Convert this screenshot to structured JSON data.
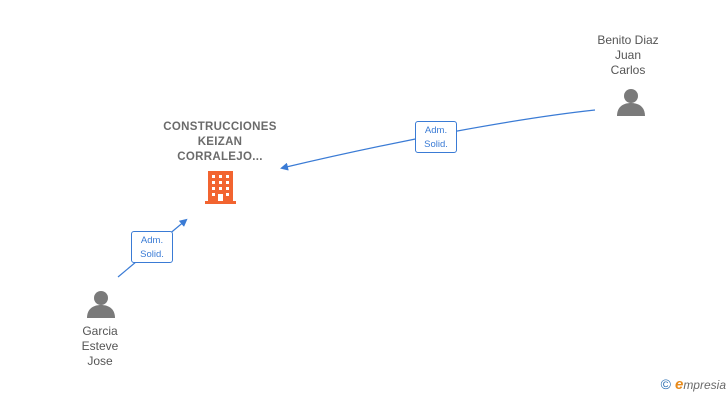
{
  "company": {
    "name_lines": [
      "CONSTRUCCIONES",
      "KEIZAN",
      "CORRALEJO..."
    ],
    "icon": "building-icon",
    "color": "#f26430"
  },
  "persons": [
    {
      "name_lines": [
        "Benito Diaz",
        "Juan",
        "Carlos"
      ],
      "icon": "person-icon"
    },
    {
      "name_lines": [
        "Garcia",
        "Esteve",
        "Jose"
      ],
      "icon": "person-icon"
    }
  ],
  "edges": [
    {
      "from": "Benito Diaz Juan Carlos",
      "to": "CONSTRUCCIONES KEIZAN CORRALEJO...",
      "label_lines": [
        "Adm.",
        "Solid."
      ]
    },
    {
      "from": "Garcia Esteve Jose",
      "to": "CONSTRUCCIONES KEIZAN CORRALEJO...",
      "label_lines": [
        "Adm.",
        "Solid."
      ]
    }
  ],
  "brand": {
    "copyright": "©",
    "initial": "e",
    "rest": "mpresia"
  },
  "colors": {
    "edge": "#3a7bd5",
    "person": "#7a7a7a",
    "company": "#f26430"
  }
}
